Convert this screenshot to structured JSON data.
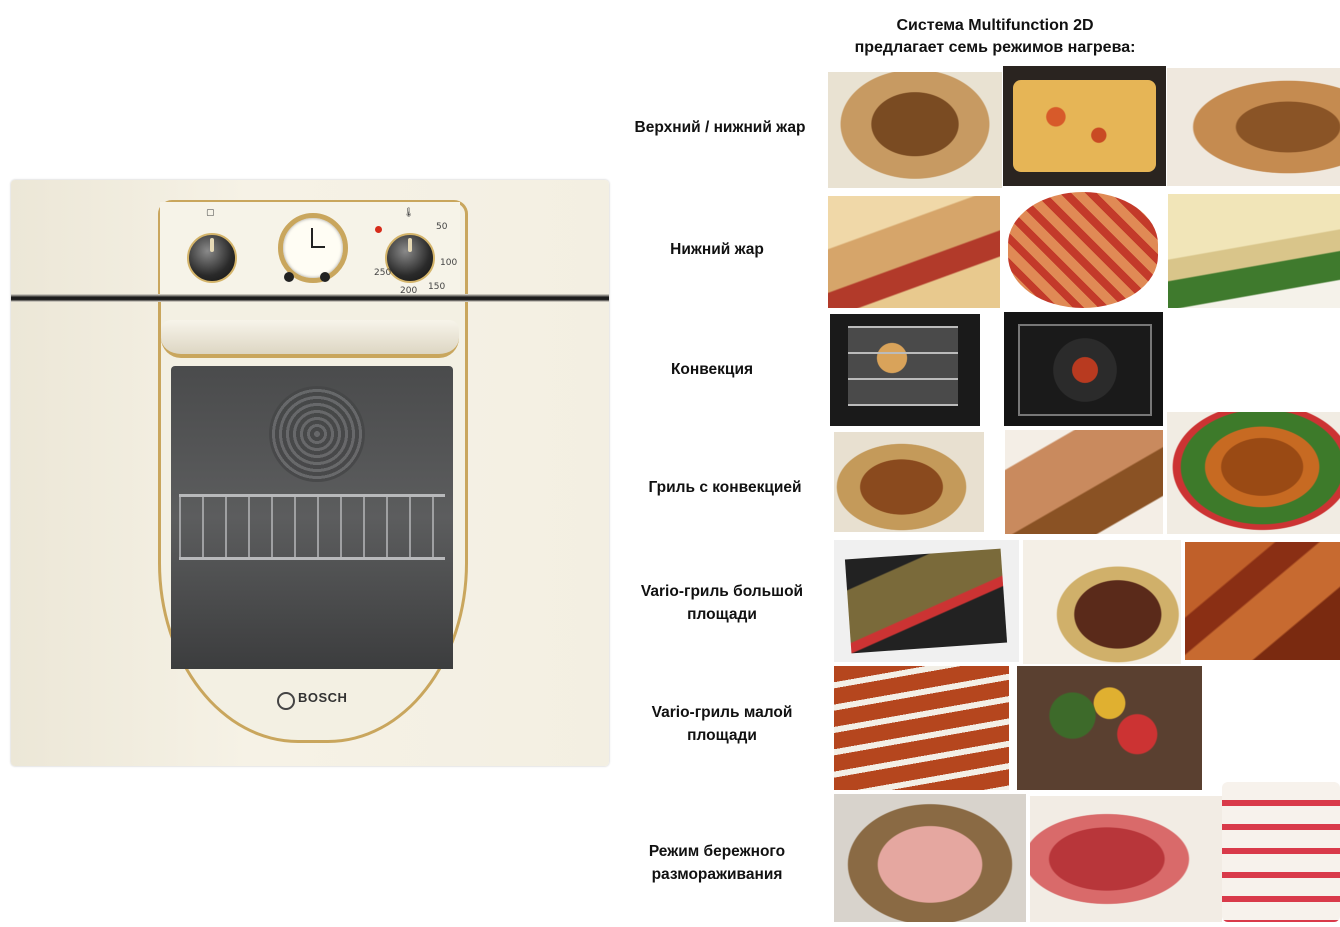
{
  "heading": {
    "line1": "Система Multifunction 2D",
    "line2": "предлагает семь режимов нагрева:"
  },
  "oven": {
    "brand": "BOSCH",
    "temperature_scale": [
      "50",
      "100",
      "150",
      "200",
      "250"
    ],
    "icons": [
      "mode-icon",
      "thermometer-icon"
    ]
  },
  "modes": [
    {
      "line1": "Верхний / нижний жар",
      "line2": "",
      "photos": [
        "stew-pot",
        "casserole",
        "bread"
      ]
    },
    {
      "line1": "Нижний жар",
      "line2": "",
      "photos": [
        "meat-roll",
        "lattice-pie",
        "savory-pie"
      ]
    },
    {
      "line1": "Конвекция",
      "line2": "",
      "photos": [
        "oven-racks",
        "oven-convection"
      ]
    },
    {
      "line1": "Гриль с конвекцией",
      "line2": "",
      "photos": [
        "roast-duck",
        "sliced-roast",
        "roast-turkey"
      ]
    },
    {
      "line1": "Vario-гриль большой",
      "line2": "площади",
      "photos": [
        "grilled-fish",
        "steak",
        "sausages"
      ]
    },
    {
      "line1": "Vario-гриль малой",
      "line2": "площади",
      "photos": [
        "grilled-sausages",
        "grilled-vegetables"
      ]
    },
    {
      "line1": "Режим бережного",
      "line2": "размораживания",
      "photos": [
        "raw-pork",
        "raw-meat",
        "berry-cake"
      ]
    }
  ],
  "colors": {
    "oven_body": "#f3efe2",
    "trim_gold": "#c9a65d",
    "window_glass": "#4a4b4c",
    "indicator": "#d62b1a"
  }
}
